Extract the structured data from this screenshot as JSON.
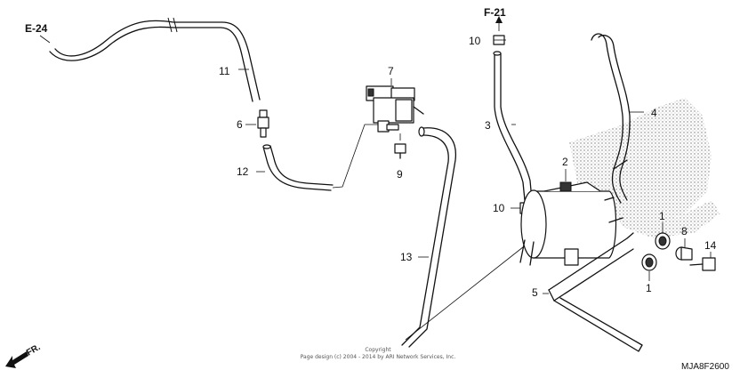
{
  "refs": {
    "e24": "E-24",
    "f21": "F-21"
  },
  "callouts": {
    "p1a": "1",
    "p1b": "1",
    "p2": "2",
    "p3": "3",
    "p4": "4",
    "p5": "5",
    "p6": "6",
    "p7": "7",
    "p8": "8",
    "p9": "9",
    "p10a": "10",
    "p10b": "10",
    "p11": "11",
    "p12": "12",
    "p13": "13",
    "p14": "14"
  },
  "copyright": {
    "line1": "Copyright",
    "line2": "Page design (c) 2004 - 2014 by ARI Network Services, Inc."
  },
  "diagram_code": "MJA8F2600",
  "front_arrow": "FR."
}
